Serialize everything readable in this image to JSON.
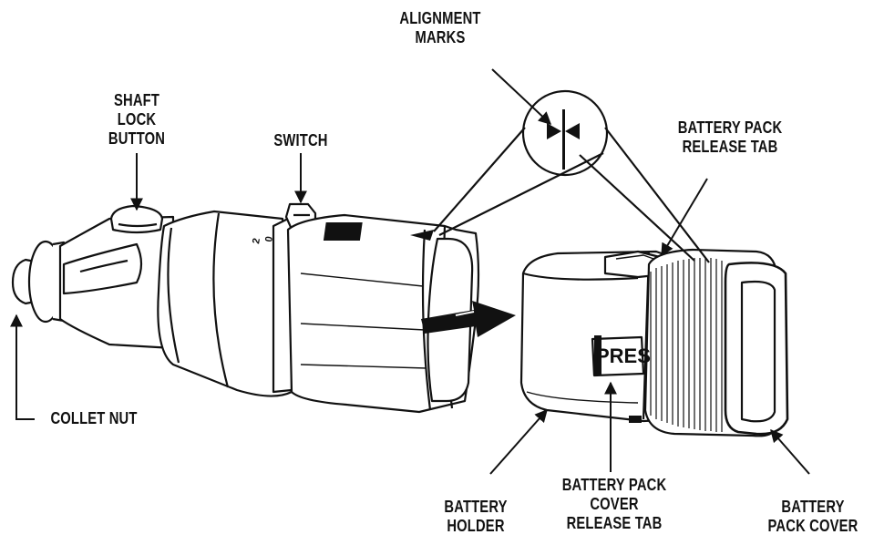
{
  "labels": {
    "alignment_marks": "ALIGNMENT\nMARKS",
    "shaft_lock_button": "SHAFT\nLOCK\nBUTTON",
    "switch": "SWITCH",
    "battery_pack_release_tab": "BATTERY PACK\nRELEASE TAB",
    "collet_nut": "COLLET NUT",
    "battery_holder": "BATTERY\nHOLDER",
    "battery_pack_cover_release_tab": "BATTERY PACK\nCOVER\nRELEASE TAB",
    "battery_pack_cover": "BATTERY\nPACK COVER"
  },
  "tool_markings": {
    "press_text": "PRES",
    "switch_positions": [
      "2",
      "0"
    ]
  },
  "colors": {
    "ink": "#111111",
    "paper": "#ffffff"
  }
}
